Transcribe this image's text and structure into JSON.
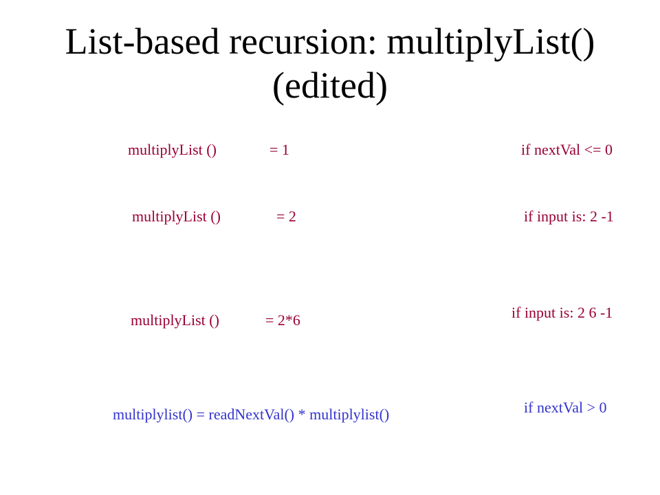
{
  "slide": {
    "title_line1": "List-based recursion:  multiplyList()",
    "title_line2": "(edited)",
    "rows": [
      {
        "call": "multiplyList ()",
        "result": "= 1",
        "condition": "if nextVal <= 0"
      },
      {
        "call": "multiplyList ()",
        "result": "= 2",
        "condition": "if input is: 2 -1"
      },
      {
        "call": "multiplyList ()",
        "result": "= 2*6",
        "condition": "if input is: 2 6 -1"
      }
    ],
    "general": {
      "formula": "multiplylist() = readNextVal() * multiplylist()",
      "condition": "if nextVal > 0"
    }
  },
  "colors": {
    "base_case_text": "#990033",
    "general_case_text": "#3333cc",
    "title_text": "#000000"
  }
}
